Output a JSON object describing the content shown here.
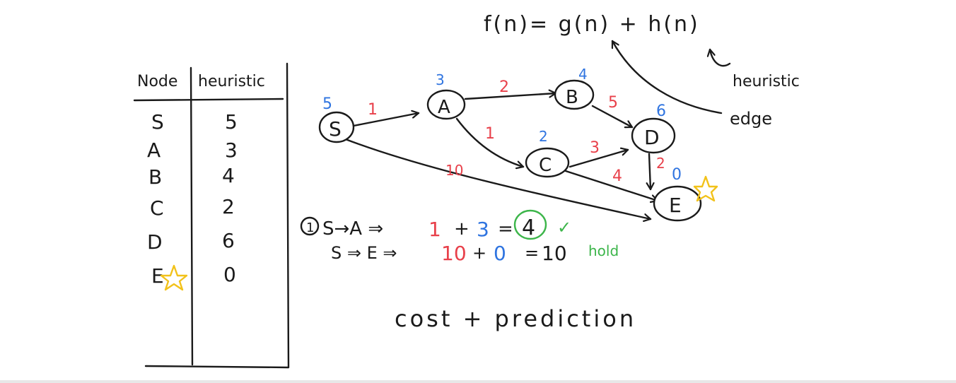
{
  "formula": {
    "text": "f(n)= g(n) + h(n)",
    "heuristic_note": "heuristic",
    "edge_note": "edge"
  },
  "table": {
    "headers": [
      "Node",
      "heuristic"
    ],
    "rows": [
      {
        "node": "S",
        "h": "5"
      },
      {
        "node": "A",
        "h": "3"
      },
      {
        "node": "B",
        "h": "4"
      },
      {
        "node": "C",
        "h": "2"
      },
      {
        "node": "D",
        "h": "6"
      },
      {
        "node": "E",
        "h": "0",
        "goal": true
      }
    ]
  },
  "graph": {
    "nodes": [
      {
        "id": "S",
        "h": "5"
      },
      {
        "id": "A",
        "h": "3"
      },
      {
        "id": "B",
        "h": "4"
      },
      {
        "id": "C",
        "h": "2"
      },
      {
        "id": "D",
        "h": "6"
      },
      {
        "id": "E",
        "h": "0",
        "goal": true
      }
    ],
    "edges": [
      {
        "from": "S",
        "to": "A",
        "w": "1"
      },
      {
        "from": "A",
        "to": "B",
        "w": "2"
      },
      {
        "from": "A",
        "to": "C",
        "w": "1"
      },
      {
        "from": "B",
        "to": "D",
        "w": "5"
      },
      {
        "from": "C",
        "to": "D",
        "w": "3"
      },
      {
        "from": "C",
        "to": "E",
        "w": "4"
      },
      {
        "from": "D",
        "to": "E",
        "w": "2"
      },
      {
        "from": "S",
        "to": "E",
        "w": "10"
      }
    ]
  },
  "work": {
    "step_marker": "1",
    "line1": {
      "path": "S→A ⇒",
      "g": "1",
      "plus": "+",
      "h": "3",
      "eq": "=",
      "result": "4",
      "mark": "✓"
    },
    "line2": {
      "path": "S ⇒ E ⇒",
      "g": "10",
      "plus": "+",
      "h": "0",
      "eq": "=",
      "result": "10",
      "note": "hold"
    }
  },
  "caption": "cost + prediction",
  "colors": {
    "ink": "#1a1a1a",
    "cost": "#e8404a",
    "heuristic": "#2f74e0",
    "check": "#3cb54a",
    "goal_star": "#f2c21a"
  }
}
